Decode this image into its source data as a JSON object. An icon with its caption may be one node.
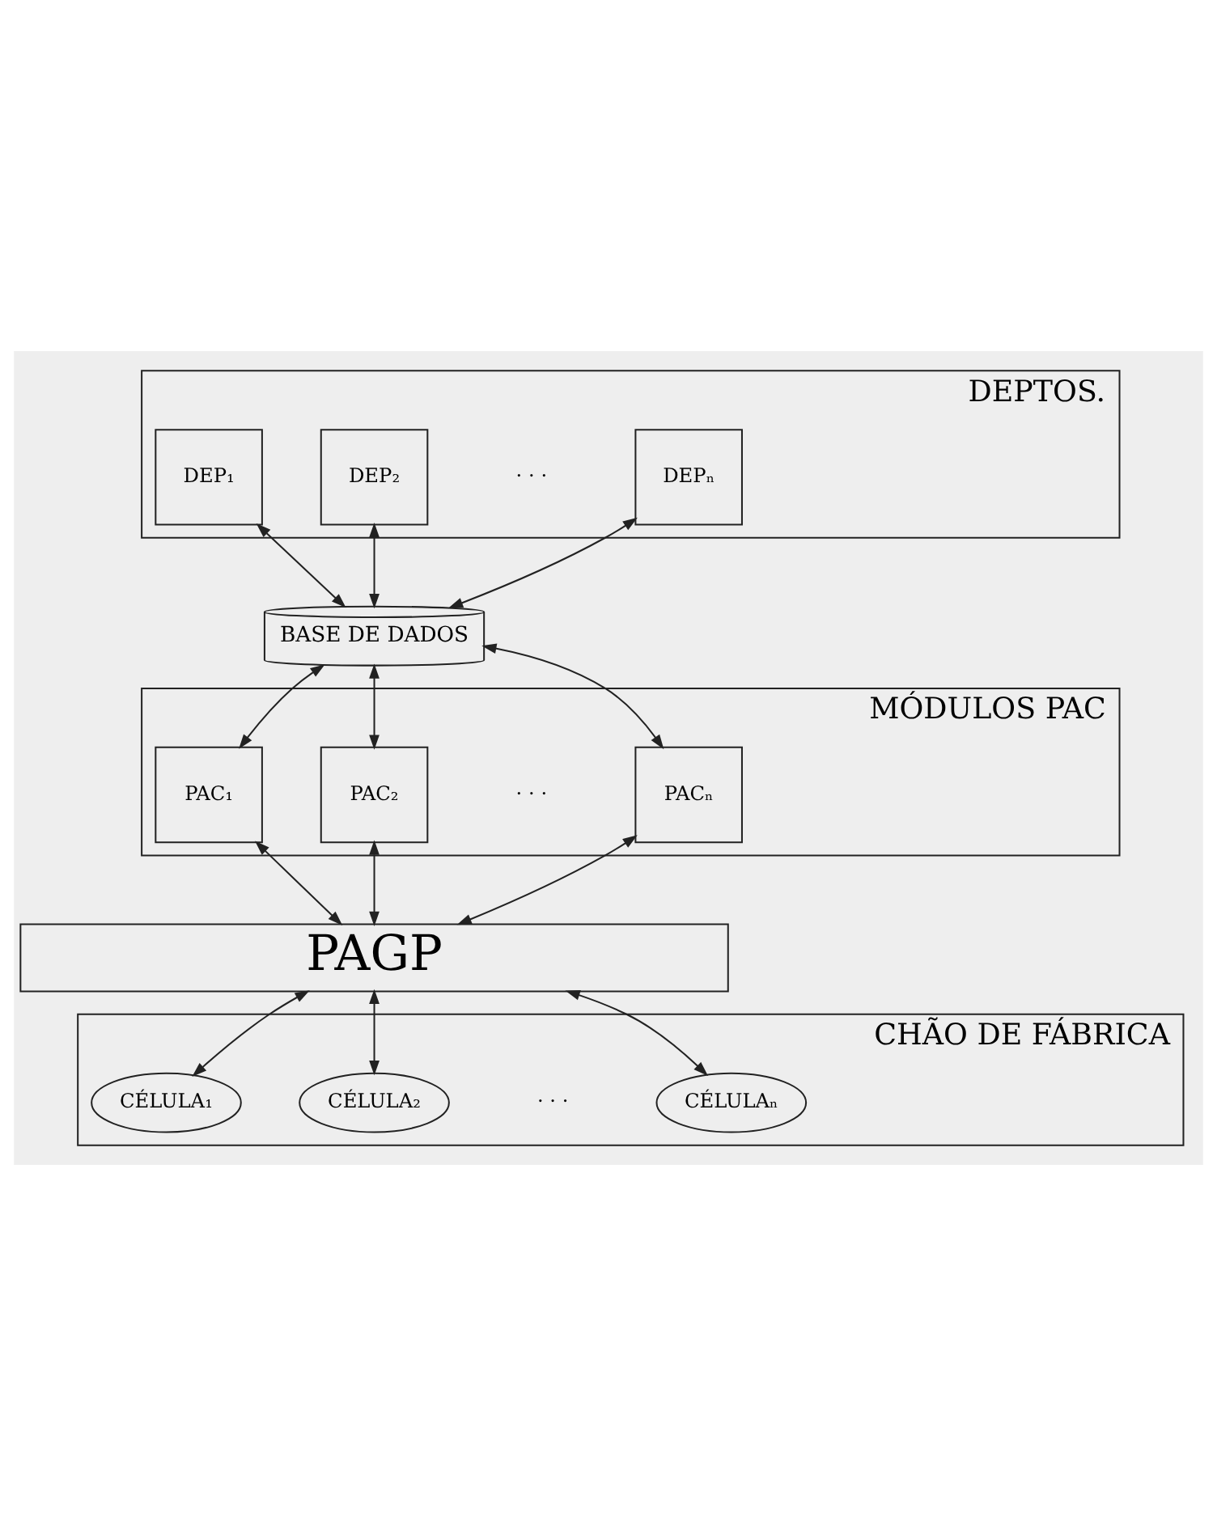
{
  "diagram": {
    "nodes": [
      {
        "text": [
          "DEPTOS."
        ]
      },
      {
        "text": [
          "DEP₁"
        ],
        "in": 0
      },
      {
        "text": [
          "DEP₂"
        ],
        "in": 0
      },
      {
        "text": [
          "DEPₙ"
        ],
        "in": 0
      },
      {
        "text": [
          "BASE DE DADOS"
        ]
      },
      {
        "text": [
          "MÓDULOS PAC"
        ]
      },
      {
        "text": [
          "PAC₁"
        ],
        "in": 5
      },
      {
        "text": [
          "PAC₂"
        ],
        "in": 5
      },
      {
        "text": [
          "PACₙ"
        ],
        "in": 5
      },
      {
        "text": [
          "PAGP"
        ]
      },
      {
        "text": [
          "CHÃO DE FÁBRICA"
        ]
      },
      {
        "text": [
          "CÉLULA₁"
        ],
        "in": 10
      },
      {
        "text": [
          "CÉLULA₂"
        ],
        "in": 10
      },
      {
        "text": [
          "CÉLULAₙ"
        ],
        "in": 10
      }
    ],
    "edges": [
      {
        "from": 1,
        "to": 4,
        "arrow": "both"
      },
      {
        "from": 2,
        "to": 4,
        "arrow": "both"
      },
      {
        "from": 3,
        "to": 4,
        "arrow": "both"
      },
      {
        "from": 4,
        "to": 6,
        "arrow": "both"
      },
      {
        "from": 4,
        "to": 7,
        "arrow": "both"
      },
      {
        "from": 4,
        "to": 8,
        "arrow": "both"
      },
      {
        "from": 6,
        "to": 9,
        "arrow": "both"
      },
      {
        "from": 7,
        "to": 9,
        "arrow": "both"
      },
      {
        "from": 8,
        "to": 9,
        "arrow": "both"
      },
      {
        "from": 9,
        "to": 11,
        "arrow": "both"
      },
      {
        "from": 9,
        "to": 12,
        "arrow": "both"
      },
      {
        "from": 9,
        "to": 13,
        "arrow": "both"
      }
    ],
    "labels": [
      "· · ·",
      "· · ·",
      "· · ·"
    ]
  }
}
